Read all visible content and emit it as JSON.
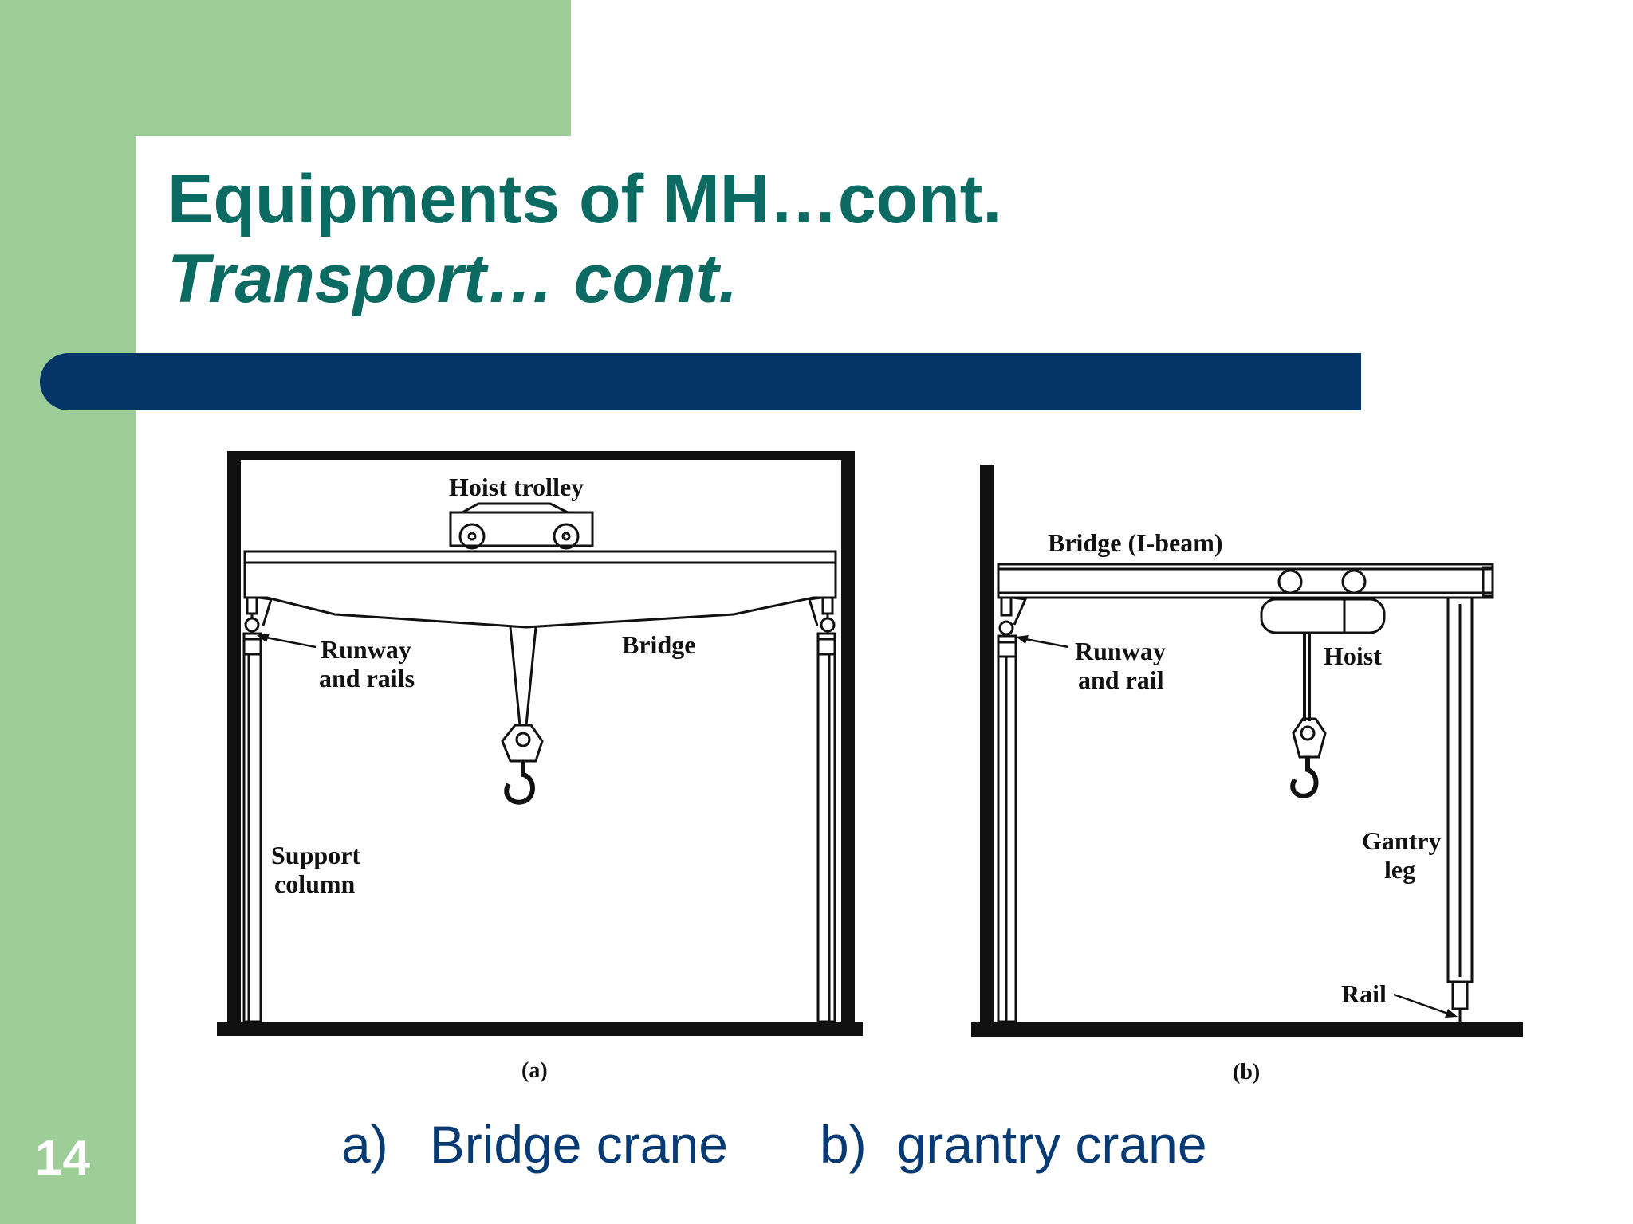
{
  "slide": {
    "title": "Equipments of MH…cont.",
    "subtitle": "Transport… cont.",
    "number": "14"
  },
  "colors": {
    "green": "#9dce98",
    "title": "#0b6a61",
    "bar": "#053466",
    "caption": "#063a74"
  },
  "figure_a": {
    "hoist_trolley": "Hoist trolley",
    "runway_line1": "Runway",
    "runway_line2": "and rails",
    "bridge": "Bridge",
    "support_line1": "Support",
    "support_line2": "column",
    "tag": "(a)"
  },
  "figure_b": {
    "bridge_ibeam": "Bridge (I-beam)",
    "runway_line1": "Runway",
    "runway_line2": "and rail",
    "hoist": "Hoist",
    "gantry_line1": "Gantry",
    "gantry_line2": "leg",
    "rail": "Rail",
    "tag": "(b)"
  },
  "captions": {
    "a_letter": "a)",
    "a_text": "Bridge crane",
    "b_letter": "b)",
    "b_text": "grantry crane"
  }
}
